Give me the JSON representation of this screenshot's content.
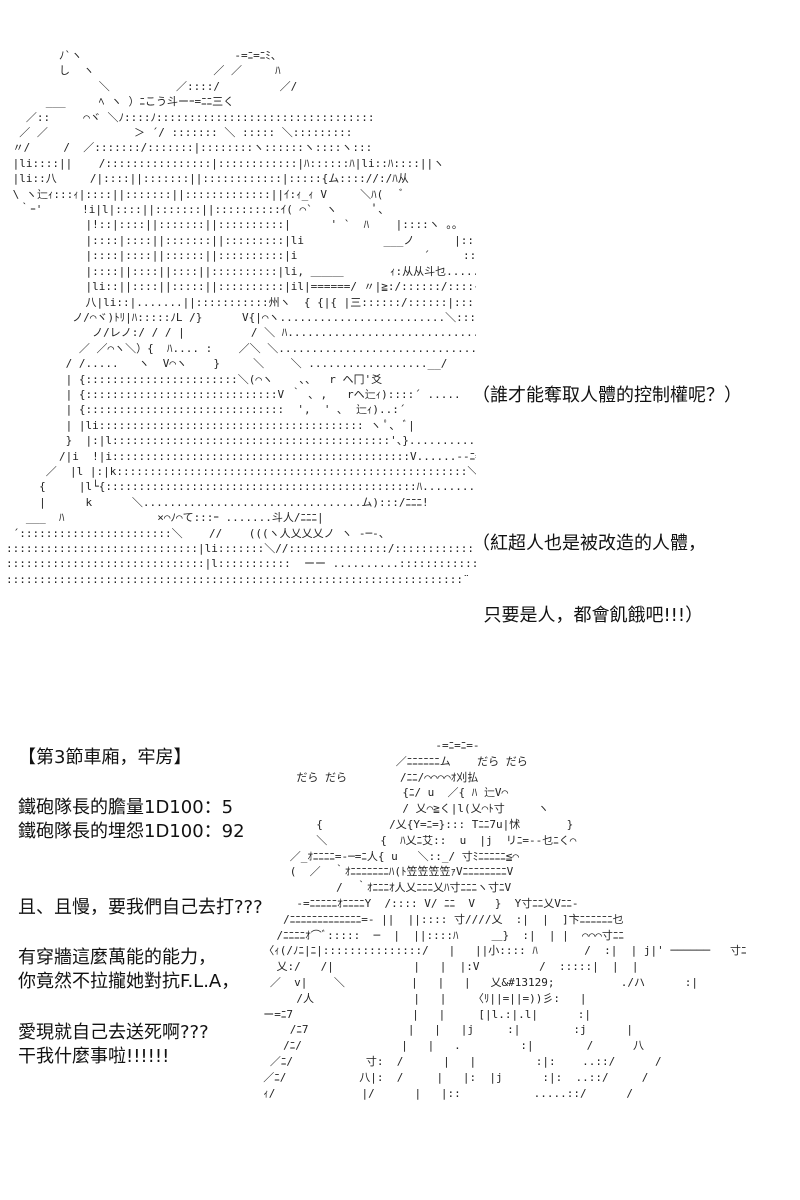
{
  "top_panel": {
    "art": "        ﾉ`ヽ                       -=ﾆ=ﾆﾐ、\n        し  ヽ                  ／ ／     ﾊ\n              ＼          ／::::/         ／/\n      ___     ﾍ ヽ ）ﾆこう斗ーｰ=ﾆﾆ三く\n   ／::     ⌒ヾ ＼ﾉ::::ﾉ:::::::::::::::::::::::::::::::::\n  ／ ／             ＞ ´/ ::::::: ＼ ::::: ＼:::::::::\n 〃/     /  ／:::::::/:::::::|::::::::ヽ::::::ヽ::::ヽ:::\n |li::::||    /::::::::::::::::|::::::::::::|ﾊ::::::ﾊ|li::ﾊ::::||ヽ\n |li::八     /|::::||:::::::||::::::::::::|:::::{ム:::://:/ﾊ从\n \\ ヽ辷ｨ:::ｨ|::::||:::::::||:::::::::::::||ｲ:ｨ_ｨ V     ＼ﾊ(   ﾞ\n  ｀ｰ'      !i|l|::::||:::::::||::::::::::ｲ( ⌒`  ヽ      ﾟ、\n            |!::|::::||:::::::||::::::::::|      ' `  ﾊ    |::::ヽ ｡。\n            |::::|::::||:::::::||:::::::::|li            ___ノ      |:::::::::k\n            |::::|::::||::::::||::::::::::|i                   ´     ::::::|ﾊ    厂(\n            |::::||::::||::::||::::::::::|li, ＿＿＿       ｨ:从从斗乜.....(人``\n            |li::||::::||:::::||::::::::::|il|======/ 〃|≧:/::::::/::::{::::(:ハ:ヽ\n            八|li::|.......||:::::::::::州ヽ  { {|{ |三::::::/::::::|::::::::)ノ:}、ｲ、\n          ノ/⌒ヾ)ﾄﾘ|ﾊ:::::ﾉL /}      V{|⌒ヽ.........................＼::::ﾊ<()\n             ノ/レノ:/ / / |          / ＼ ﾊ....................................ｰ┬\n           ／ ／⌒ヽ＼）{  ﾊ.... :    ／＼ ＼....................................../\n         / /.....   ヽ  V⌒ヽ    }     ＼    ＼ ..................__/\n         | {:::::::::::::::::::::::＼(⌒ヽ    ､、  r ヘ冂'爻\n         | {:::::::::::::::::::::::::::::V ｀ ､ ,   rヘ辷ｨ)::::´ .....\n         | {::::::::::::::::::::::::::::::  ',  ' ､  辷ｨ)..:´\n         | |li:::::::::::::::::::::::::::::::::::::::: ヽ ﾟ、 ﾞ|\n         }  |:|l::::::::::::::::::::::::::::::::::::::::::'、}...........｣..-‐..../\n        /|i  !|i:::::::::::::::::::::::::::::::::::::::::::::V......‐-ﾆ=.........../[\n      ／  |l |:|k:::::::::::::::::::::::::::::::::::::::::::::::::::::＼............... ﾆ/\n     {     |l└{:::::::::::::::::::::::::::::::::::::::::::::::ﾊ........../ﾆﾆ|\n     |      k      ＼.................................ム):::/ﾆﾆﾆ!\n   ___  ﾊ              ×⌒ﾉ⌒て:::ｰ .......斗人/ﾆﾆﾆ|\n ´:::::::::::::::::::::::＼    //    (((ヽ人乂乂乂ノ ヽ ‐─-、\n:::::::::::::::::::::::::::::|li:::::::＼//:::::::::::::::/:::::::::::::::::ﾉ         ＼\n::::::::::::::::::::::::::::::|l:::::::::::  ーー ..........:::::::::::::::::::彡 ＼    ＼\n:::::::::::::::::::::::::::::::::::::::::::::::::::::::::::::::::::::¨ ー─-..:::::::::ｲ   ＼"
  },
  "dialogue": {
    "line1": "（誰才能奪取人體的控制權呢？）",
    "line2a": "（紅超人也是被改造的人體，",
    "line2b": "  只要是人，都會飢餓吧!!!）"
  },
  "narration": {
    "scene_header": "【第3節車廂，牢房】",
    "dice1": "鐵砲隊長的膽量1D100：5",
    "dice2": "鐵砲隊長的埋怨1D100：92",
    "wait": "且、且慢，要我們自己去打???",
    "ability1": "有穿牆這麼萬能的能力，",
    "ability2": "你竟然不拉攏她對抗F.L.A，",
    "love1": "愛現就自己去送死啊???",
    "love2": "干我什麼事啦!!!!!!"
  },
  "bottom_panel": {
    "art": "                            -=ﾆ=ﾆ=-\n                      ／ﾆﾆﾆﾆﾆﾆム    だら だら\n       だら だら        /ﾆﾆ/⌒⌒⌒⌒ｵ刈払\n                       {ﾆ/ u  ／{ ﾊ 辷V⌒\n                       / 乂⌒≧く|l(乂⌒ﾄ寸     ヽ\n          {          /乂{Y=ﾆ=}::: Tﾆﾆ7u|怵       }\n          ＼        {  ﾊ乂ﾆ艾::  u  |j  リﾆ=‐‐乜ﾆく⌒\n      ／_ｵﾆﾆﾆﾆ=‐─=ﾆ人{ u   ＼::_/ 寸ﾐﾆﾆﾆﾆﾆ≦⌒\n      (  ／  ｀ｵﾆﾆﾆﾆﾆﾆﾆﾊ(ﾄ笠笠笠笠ｧVﾆﾆﾆﾆﾆﾆﾆﾆV\n             /  ｀ｵﾆﾆﾆｵ人乂ﾆﾆﾆ乂ﾊ寸ﾆﾆﾆヽ寸ﾆV\n       ‐=ﾆﾆﾆﾆﾆｵﾆﾆﾆﾆY  /:::: V/ ﾆﾆ  V   }  Y寸ﾆﾆ乂Vﾆﾆ‐\n     /ﾆﾆﾆﾆﾆﾆﾆﾆﾆﾆﾆﾆﾆ=‐ ||  ||:::: 寸////乂  :|  |  ]卞ﾆﾆﾆﾆﾆﾆ乜\n    /ﾆﾆﾆﾆｵ⌒ﾞ:::::  ─  |  ||::::ﾊ     ＿}  :|  | |  ⌒⌒⌒寸ﾆﾆ\n  〈ｨ(/ﾉﾆ|ﾆ|:::::::::::::::/   |   ||小:::: ﾊ       /  :|  | j|' ──────   寸ﾆ\n    乂:/   /|            |   |  |:V         /  :::::|  |  |\n   ／  v|    ＼          |   |   |   乂&#13129;          ./ハ      :|\n       /人               |   |    〈ﾘ||=||=))彡:   |\n  ー=ﾆ7                  |   |     [|l.:|.l|      :|\n      /ﾆ7               |   |   |j     :|        :j      |\n     /ﾆ/               |   |   .         :|        /      八\n   ／ﾆ/           寸:  /      |   |         :|:    ..::/      /\n  ／ﾆ/           八|:  /     |   |:  |j      :|:  ..::/     /\n  ｨ/             |/      |   |::           .....::/      /"
  }
}
